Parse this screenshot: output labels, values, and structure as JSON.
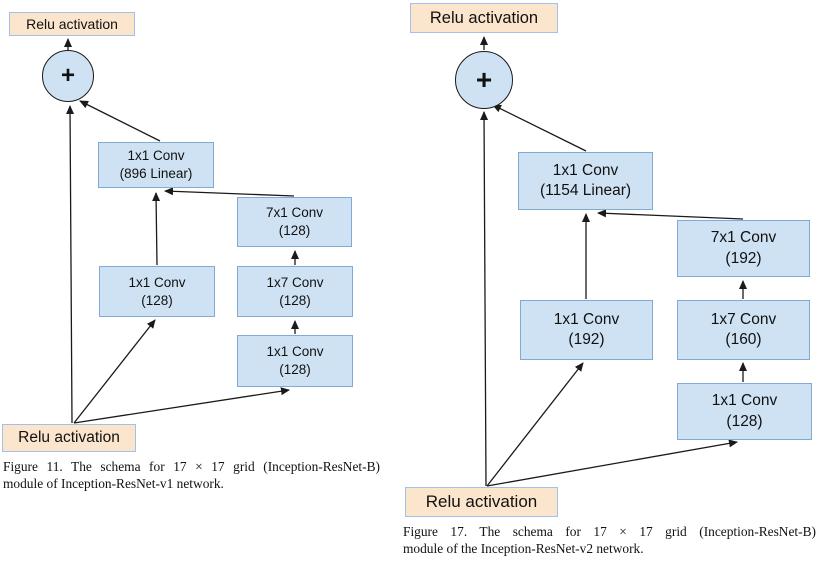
{
  "colors": {
    "conv_fill": "#cfe2f3",
    "conv_border": "#82aad6",
    "relu_fill": "#fce5cd",
    "relu_border": "#a2c0e8",
    "line": "#1a1a1a"
  },
  "left": {
    "relu_top": "Relu activation",
    "plus": "+",
    "conv_linear_1": "1x1 Conv",
    "conv_linear_2": "(896 Linear)",
    "branch_a_1": "1x1 Conv",
    "branch_a_2": "(128)",
    "branch_b_top_1": "7x1 Conv",
    "branch_b_top_2": "(128)",
    "branch_b_mid_1": "1x7 Conv",
    "branch_b_mid_2": "(128)",
    "branch_b_bot_1": "1x1 Conv",
    "branch_b_bot_2": "(128)",
    "relu_bottom": "Relu activation",
    "caption_1": "Figure 11. The schema for 17 × 17 grid (Inception-ResNet-B)",
    "caption_2": "module of Inception-ResNet-v1 network."
  },
  "right": {
    "relu_top": "Relu activation",
    "plus": "+",
    "conv_linear_1": "1x1 Conv",
    "conv_linear_2": "(1154 Linear)",
    "branch_a_1": "1x1 Conv",
    "branch_a_2": "(192)",
    "branch_b_top_1": "7x1 Conv",
    "branch_b_top_2": "(192)",
    "branch_b_mid_1": "1x7 Conv",
    "branch_b_mid_2": "(160)",
    "branch_b_bot_1": "1x1 Conv",
    "branch_b_bot_2": "(128)",
    "relu_bottom": "Relu activation",
    "caption_1": "Figure 17. The schema for 17 × 17 grid (Inception-ResNet-B)",
    "caption_2": "module of the Inception-ResNet-v2 network."
  }
}
